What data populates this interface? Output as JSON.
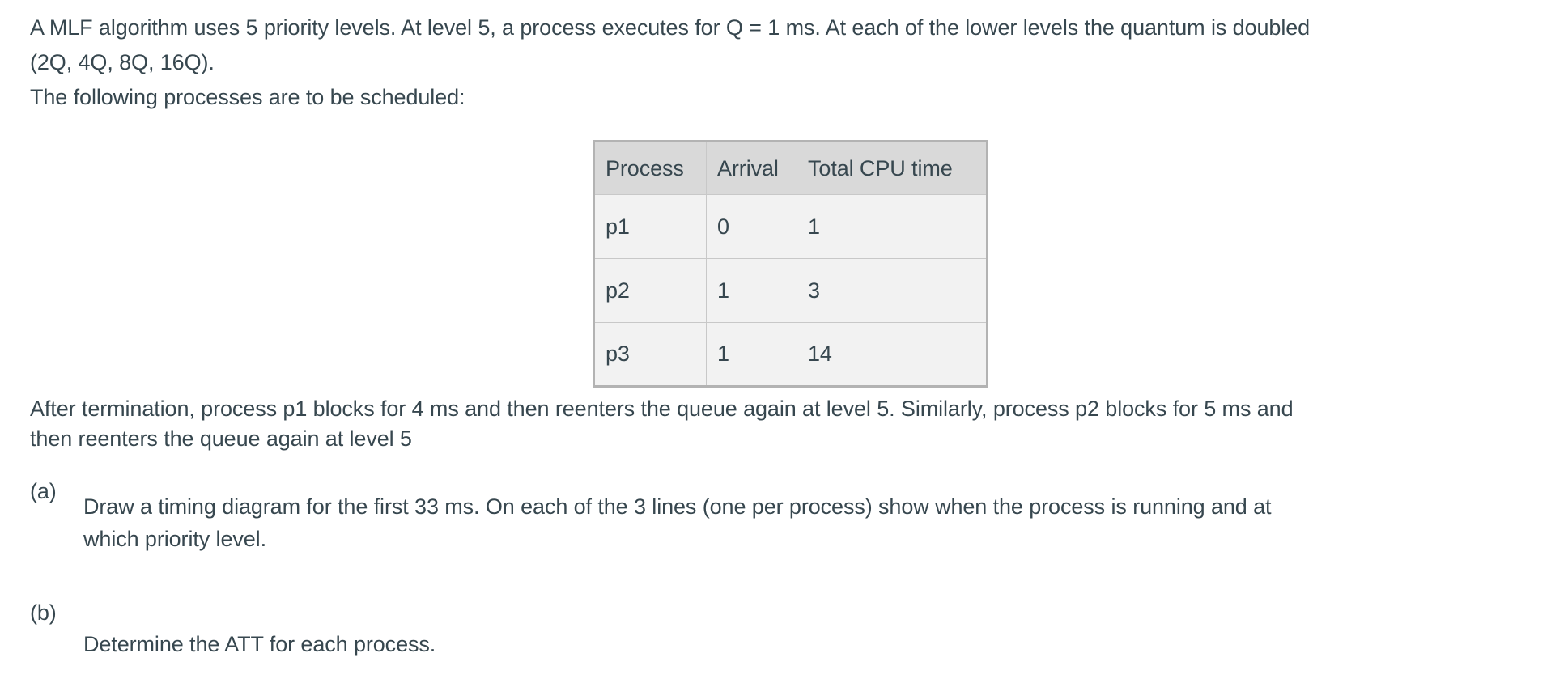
{
  "intro": {
    "line1": "A MLF algorithm uses 5 priority levels. At level 5, a process executes for Q = 1 ms. At each of the lower levels the quantum is doubled",
    "line2": "(2Q, 4Q, 8Q, 16Q).",
    "line3": "The following processes are to be scheduled:"
  },
  "table": {
    "headers": [
      "Process",
      "Arrival",
      "Total CPU time"
    ],
    "rows": [
      [
        "p1",
        "0",
        "1"
      ],
      [
        "p2",
        "1",
        "3"
      ],
      [
        "p3",
        "1",
        "14"
      ]
    ]
  },
  "after": {
    "line1": "After termination, process p1 blocks for 4 ms and then reenters the queue again at level 5. Similarly, process p2 blocks for 5 ms and",
    "line2": "then reenters the queue again at level 5"
  },
  "parts": [
    {
      "label": "(a)",
      "line1": "Draw a timing diagram for the first 33 ms. On each of the 3 lines (one per process) show when the process is running and at",
      "line2": "which priority level."
    },
    {
      "label": "(b)",
      "line1": "Determine the ATT for each process.",
      "line2": ""
    }
  ],
  "colors": {
    "text": "#37474f",
    "table_outer_border": "#b3b3b3",
    "table_inner_border": "#c8c8c8",
    "table_header_bg": "#d9d9d9",
    "table_cell_bg": "#f2f2f2",
    "background": "#ffffff"
  }
}
